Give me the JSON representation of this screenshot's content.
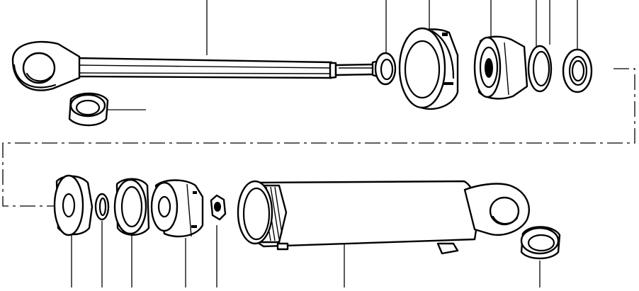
{
  "figure": {
    "title": "",
    "description_text": "",
    "part_labels": []
  },
  "parts": [
    {
      "id": "rod-eye"
    },
    {
      "id": "piston-rod"
    },
    {
      "id": "rod-bushing"
    },
    {
      "id": "wiper-seal"
    },
    {
      "id": "gland-nut"
    },
    {
      "id": "gland"
    },
    {
      "id": "backup-ring"
    },
    {
      "id": "rod-seal"
    },
    {
      "id": "spacer"
    },
    {
      "id": "o-ring"
    },
    {
      "id": "piston-ring"
    },
    {
      "id": "piston"
    },
    {
      "id": "lock-nut"
    },
    {
      "id": "cylinder-barrel"
    },
    {
      "id": "barrel-bushing"
    }
  ]
}
